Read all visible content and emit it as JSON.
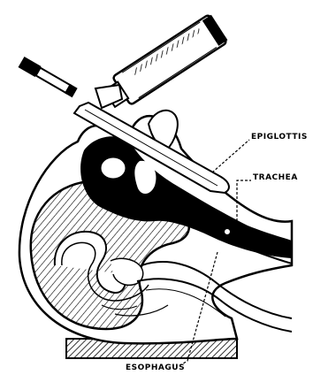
{
  "labels": {
    "epiglottis": "EPIGLOTTIS",
    "trachea": "TRACHEA",
    "esophagus": "ESOPHAGUS"
  },
  "colors": {
    "ink": "#000000",
    "paper": "#ffffff"
  }
}
